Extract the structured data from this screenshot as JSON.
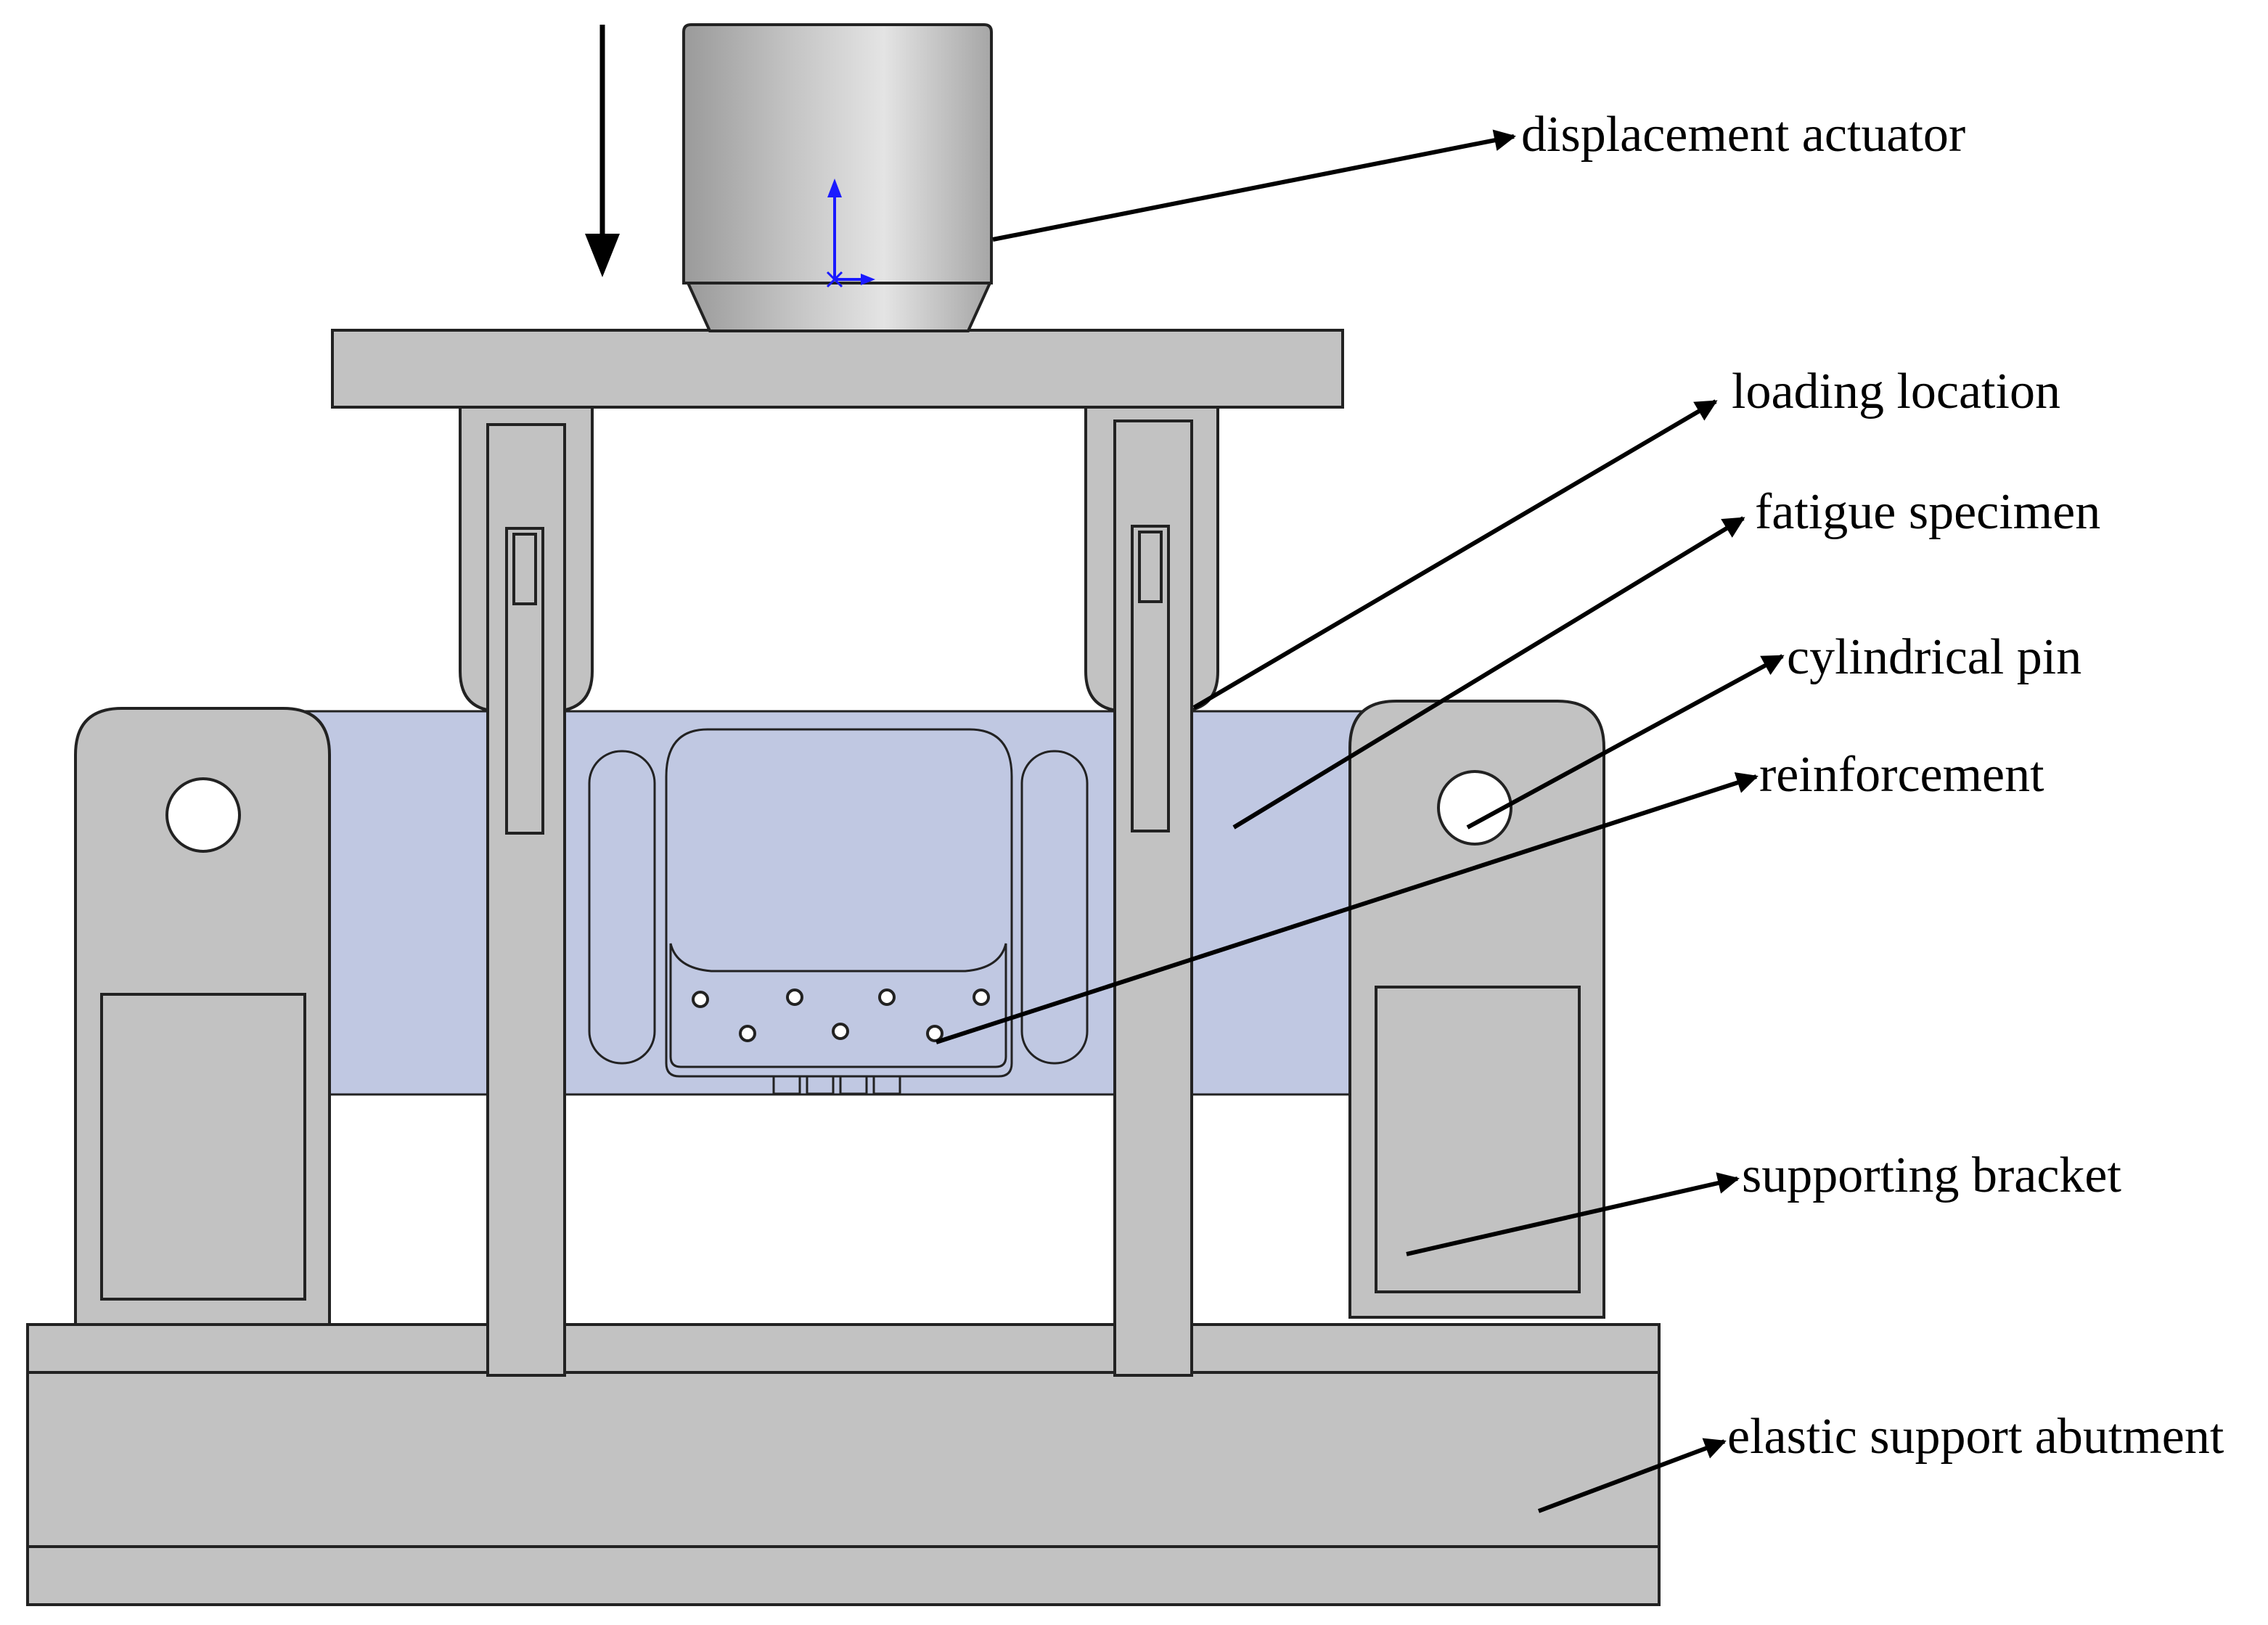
{
  "colors": {
    "steel": "#c2c2c2",
    "specimen": "#c0c8e2",
    "outline": "#222222",
    "axis_marker": "#1a1aff"
  },
  "labels": {
    "displacement_actuator": "displacement actuator",
    "loading_location": "loading location",
    "fatigue_specimen": "fatigue specimen",
    "cylindrical_pin": "cylindrical pin",
    "reinforcement": "reinforcement",
    "supporting_bracket": "supporting bracket",
    "elastic_support_abutment": "elastic support abutment"
  },
  "icons": {
    "load_direction": "down-arrow-icon",
    "coordinate_marker": "axis-triad-icon"
  }
}
